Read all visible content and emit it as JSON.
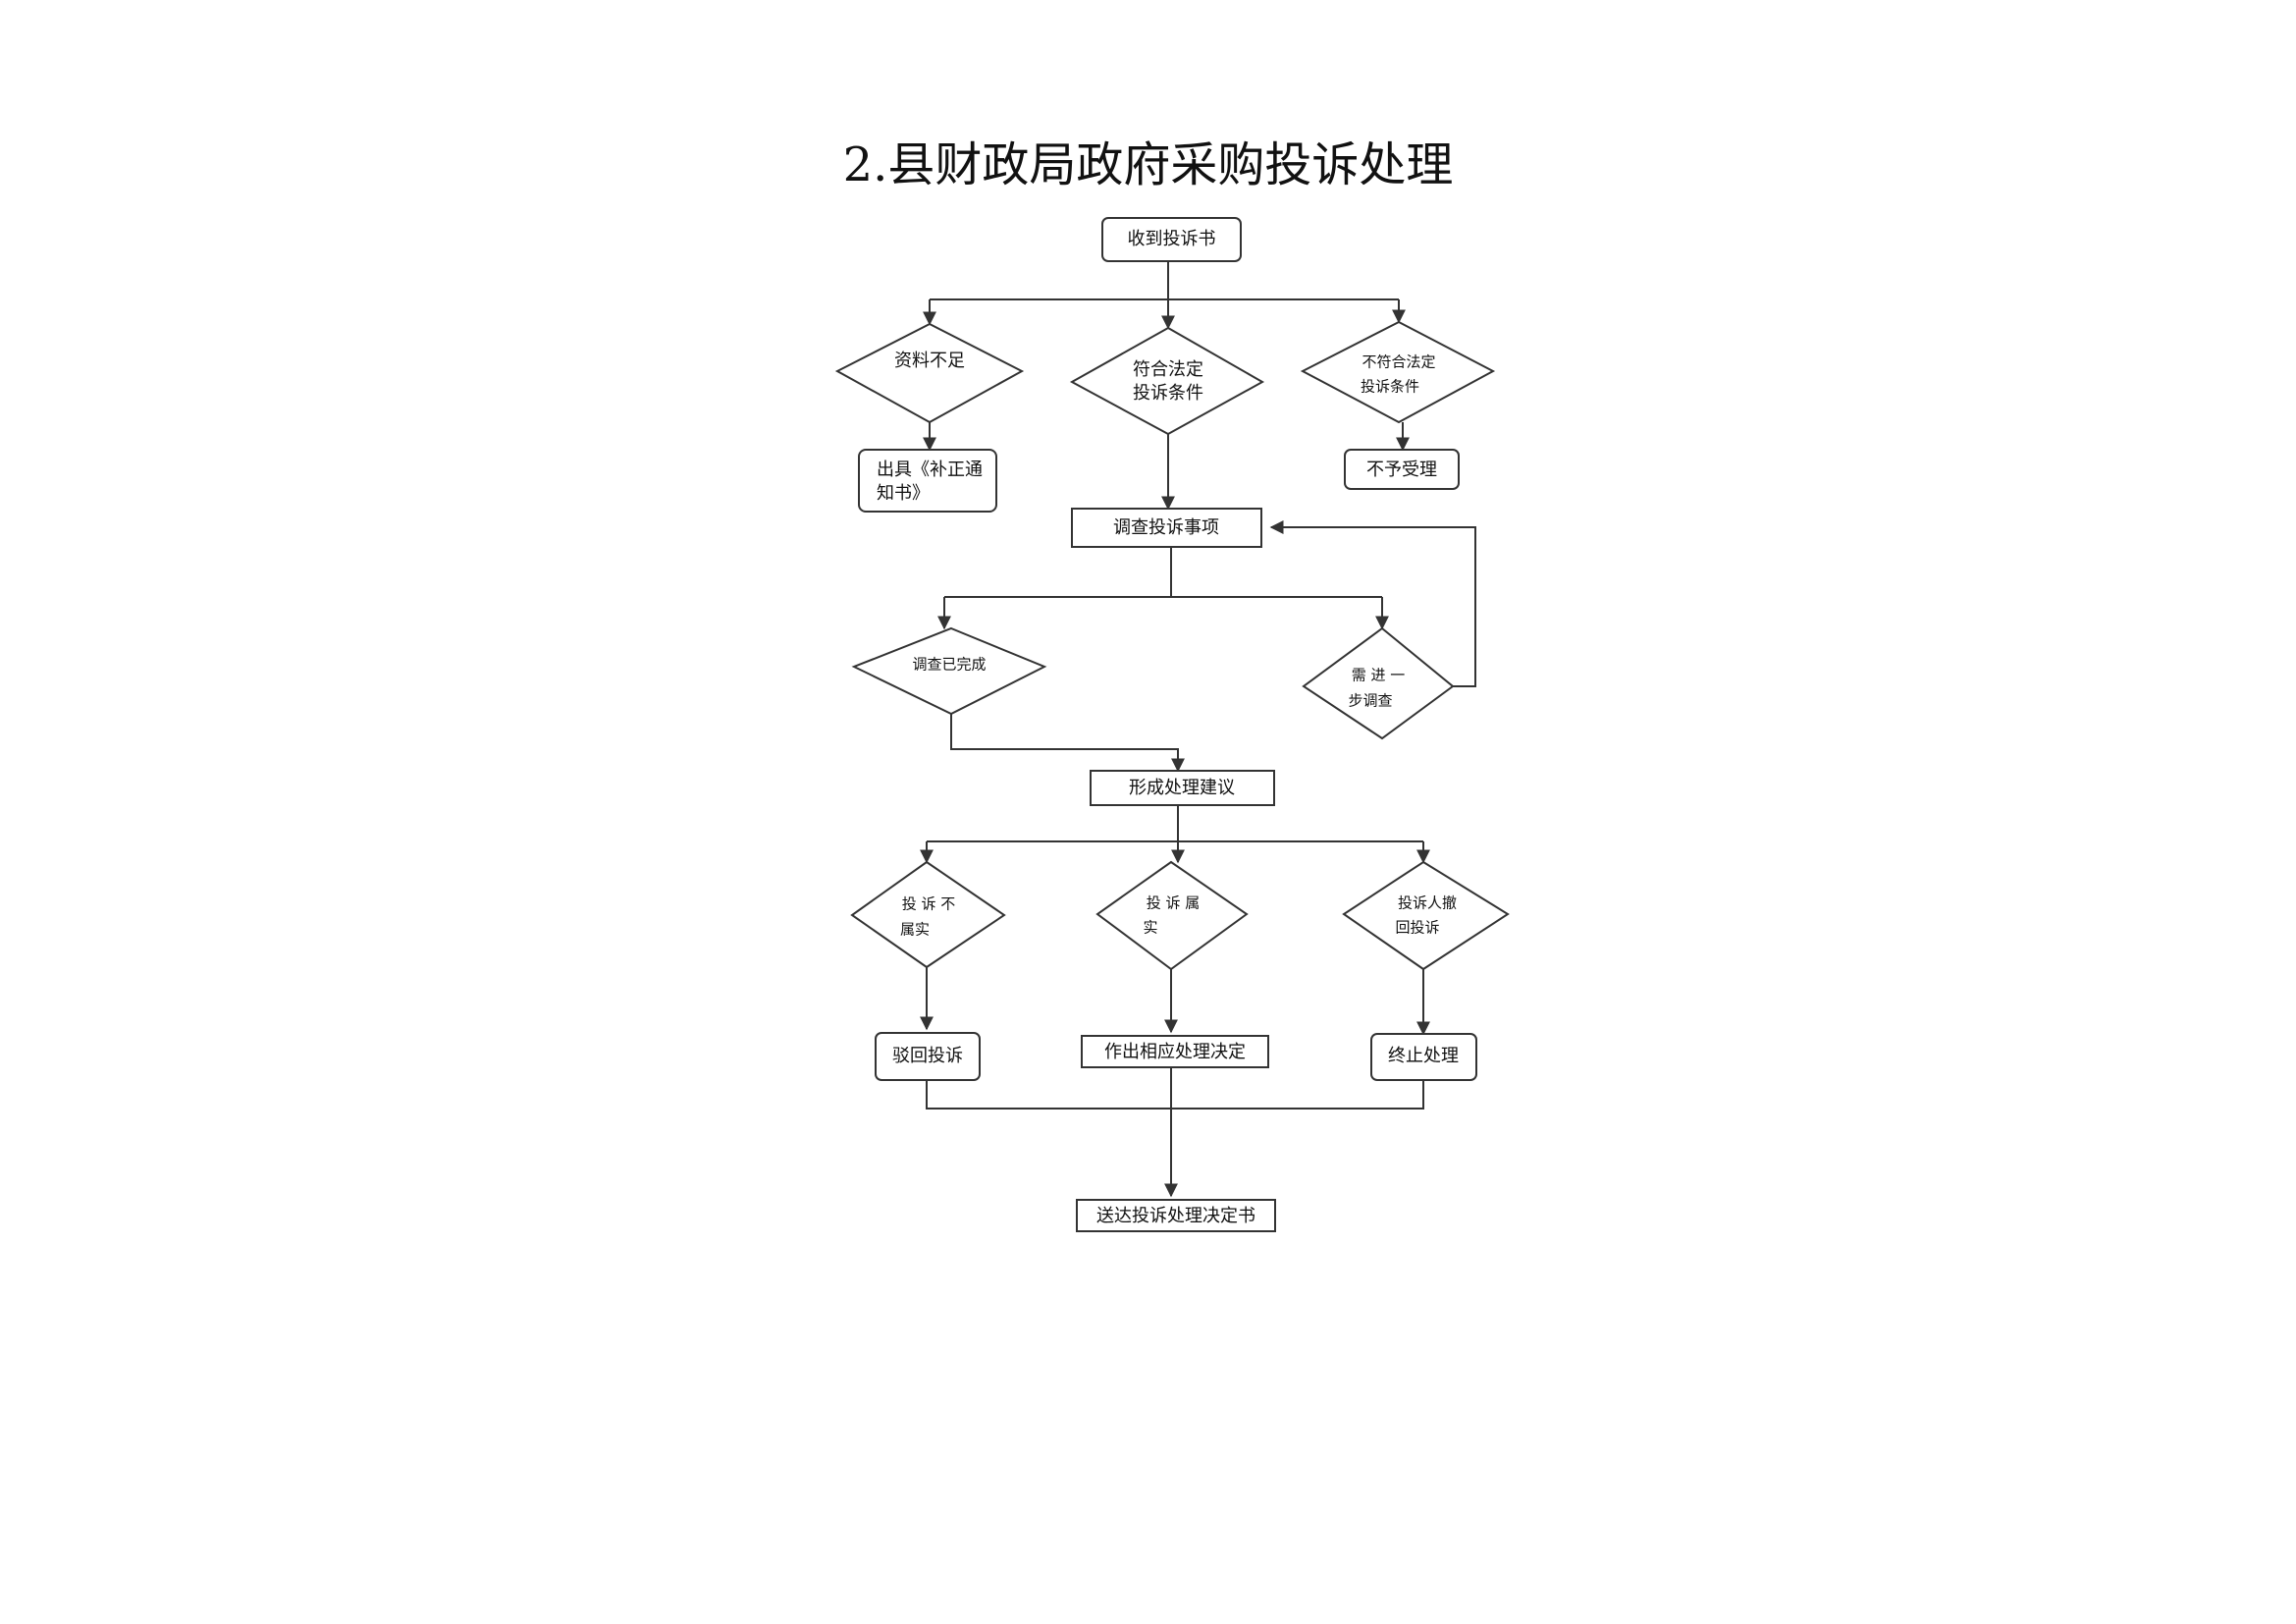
{
  "title": "2.县财政局政府采购投诉处理",
  "nodes": {
    "receive": "收到投诉书",
    "insufficient": "资料不足",
    "meets_1": "符合法定",
    "meets_2": "投诉条件",
    "not_meets_1": "不符合法定",
    "not_meets_2": "投诉条件",
    "correction_1": "出具《补正通",
    "correction_2": "知书》",
    "reject_accept": "不予受理",
    "investigate": "调查投诉事项",
    "completed": "调查已完成",
    "further_1": "需 进 一",
    "further_2": "步调查",
    "proposal": "形成处理建议",
    "untrue_1": "投 诉 不",
    "untrue_2": "属实",
    "true_1": "投 诉 属",
    "true_2": "实",
    "withdraw_1": "投诉人撤",
    "withdraw_2": "回投诉",
    "dismiss": "驳回投诉",
    "decide": "作出相应处理决定",
    "terminate": "终止处理",
    "deliver": "送达投诉处理决定书"
  }
}
